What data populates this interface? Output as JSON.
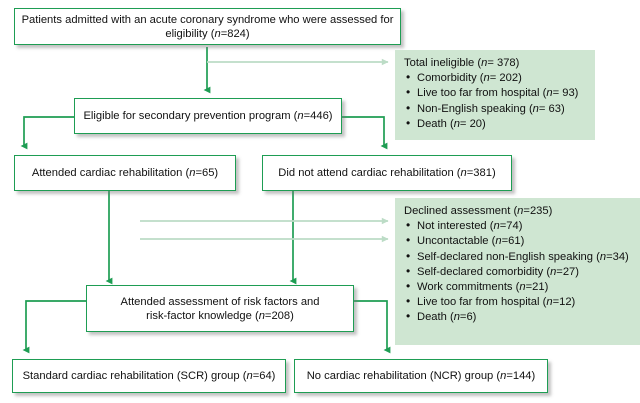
{
  "diagram": {
    "type": "flowchart",
    "title": "Patient flow through cardiac rehabilitation study",
    "accent_color": "#1e9d53",
    "panel_color": "#cfe6d2",
    "faint_arrow_color": "#bcdcc6",
    "box_fill": "#ffffff",
    "text_color": "#111111"
  },
  "boxes": {
    "assessed": {
      "text": "Patients admitted with an acute coronary syndrome who were assessed for eligibility (n=824)",
      "label": "Patients admitted with an acute coronary syndrome who were assessed for eligibility",
      "n": 824
    },
    "eligible": {
      "text": "Eligible for secondary prevention program (n=446)",
      "label": "Eligible for secondary prevention program",
      "n": 446
    },
    "attended_rehab": {
      "text": "Attended cardiac rehabilitation (n=65)",
      "label": "Attended cardiac rehabilitation",
      "n": 65
    },
    "not_attended_rehab": {
      "text": "Did not attend cardiac rehabilitation (n=381)",
      "label": "Did not attend cardiac rehabilitation",
      "n": 381
    },
    "attended_assessment": {
      "line1": "Attended assessment of risk factors and",
      "line2": "risk-factor knowledge (n=208)",
      "label": "Attended assessment of risk factors and risk-factor knowledge",
      "n": 208
    },
    "scr_group": {
      "text": "Standard cardiac rehabilitation (SCR) group (n=64)",
      "label": "Standard cardiac rehabilitation (SCR) group",
      "n": 64
    },
    "ncr_group": {
      "text": "No cardiac rehabilitation (NCR) group (n=144)",
      "label": "No cardiac rehabilitation (NCR) group",
      "n": 144
    }
  },
  "panels": {
    "ineligible": {
      "heading": "Total ineligible (n= 378)",
      "heading_label": "Total ineligible",
      "heading_n": 378,
      "items": [
        {
          "text": "Comorbidity (n= 202)",
          "label": "Comorbidity",
          "n": 202
        },
        {
          "text": "Live too far from hospital (n= 93)",
          "label": "Live too far from hospital",
          "n": 93
        },
        {
          "text": "Non-English speaking (n= 63)",
          "label": "Non-English speaking",
          "n": 63
        },
        {
          "text": "Death (n= 20)",
          "label": "Death",
          "n": 20
        }
      ]
    },
    "declined": {
      "heading": "Declined assessment (n=235)",
      "heading_label": "Declined assessment",
      "heading_n": 235,
      "items": [
        {
          "text": "Not interested (n=74)",
          "label": "Not interested",
          "n": 74
        },
        {
          "text": "Uncontactable (n=61)",
          "label": "Uncontactable",
          "n": 61
        },
        {
          "text": "Self-declared non-English speaking (n=34)",
          "label": "Self-declared non-English speaking",
          "n": 34
        },
        {
          "text": "Self-declared comorbidity (n=27)",
          "label": "Self-declared comorbidity",
          "n": 27
        },
        {
          "text": "Work commitments (n=21)",
          "label": "Work commitments",
          "n": 21
        },
        {
          "text": "Live too far from hospital (n=12)",
          "label": "Live too far from hospital",
          "n": 12
        },
        {
          "text": "Death (n=6)",
          "label": "Death",
          "n": 6
        }
      ]
    }
  }
}
